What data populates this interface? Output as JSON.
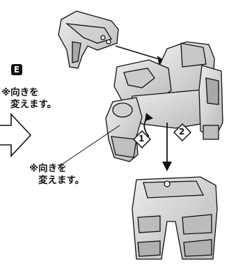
{
  "part_label": "E",
  "note_top": {
    "line1": "※向きを",
    "line2": "変えます。"
  },
  "note_bottom": {
    "line1": "※向きを",
    "line2": "変えます。"
  },
  "step_markers": [
    "1",
    "2"
  ],
  "colors": {
    "part_fill": "#d9d9d9",
    "part_dark": "#9a9a9a",
    "line": "#111111"
  }
}
